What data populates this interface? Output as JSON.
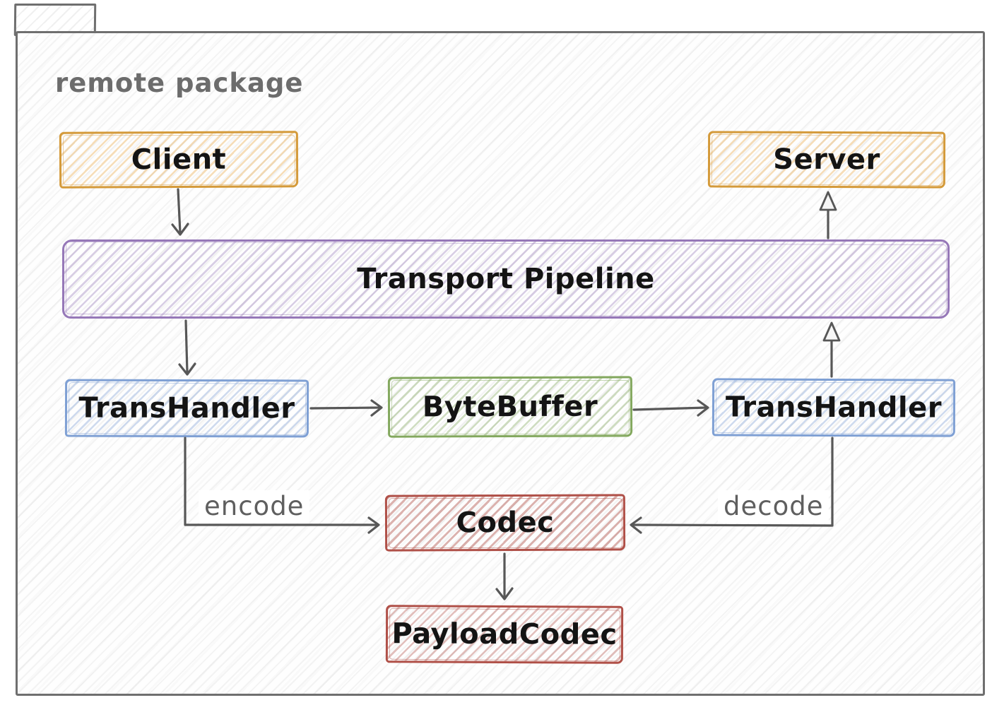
{
  "package": {
    "title": "remote package"
  },
  "nodes": {
    "client": {
      "label": "Client",
      "color": "#d49a3a"
    },
    "server": {
      "label": "Server",
      "color": "#d49a3a"
    },
    "transport_pipeline": {
      "label": "Transport Pipeline",
      "color": "#9678b8"
    },
    "transhandler_left": {
      "label": "TransHandler",
      "color": "#7fa0d4"
    },
    "bytebuffer": {
      "label": "ByteBuffer",
      "color": "#83a85e"
    },
    "transhandler_right": {
      "label": "TransHandler",
      "color": "#7fa0d4"
    },
    "codec": {
      "label": "Codec",
      "color": "#b05048"
    },
    "payload_codec": {
      "label": "PayloadCodec",
      "color": "#b05048"
    }
  },
  "edges": [
    {
      "from": "client",
      "to": "transport_pipeline",
      "label": ""
    },
    {
      "from": "transport_pipeline",
      "to": "transhandler_left",
      "label": ""
    },
    {
      "from": "transhandler_left",
      "to": "bytebuffer",
      "label": ""
    },
    {
      "from": "bytebuffer",
      "to": "transhandler_right",
      "label": ""
    },
    {
      "from": "transhandler_right",
      "to": "transport_pipeline",
      "label": ""
    },
    {
      "from": "transport_pipeline",
      "to": "server",
      "label": ""
    },
    {
      "from": "transhandler_left",
      "to": "codec",
      "label": "encode"
    },
    {
      "from": "transhandler_right",
      "to": "codec",
      "label": "decode"
    },
    {
      "from": "codec",
      "to": "payload_codec",
      "label": ""
    }
  ],
  "colors": {
    "package_stroke": "#6f6f6f",
    "arrow": "#575757",
    "node_label_text": "#141414",
    "edge_label_text": "#5f5f5f"
  }
}
